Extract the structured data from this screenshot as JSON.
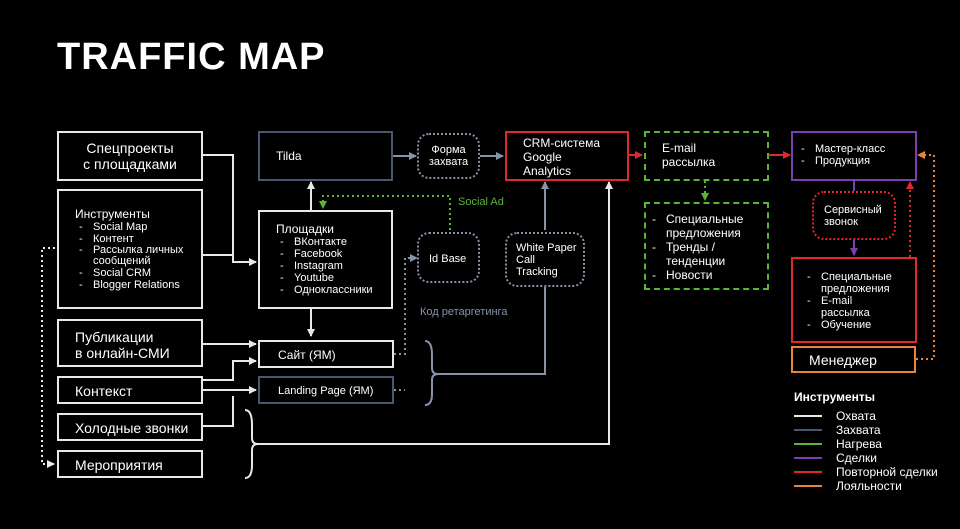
{
  "title": "TRAFFIC MAP",
  "sources": {
    "spec": "Спецпроекты\nс площадками",
    "instruments_head": "Инструменты",
    "instruments_items": [
      "Social Map",
      "Контент",
      "Рассылка личных\nсообщений",
      "Social CRM",
      "Blogger Relations"
    ],
    "publications": "Публикации\nв онлайн-СМИ",
    "context": "Контекст",
    "cold_calls": "Холодные звонки",
    "events": "Мероприятия"
  },
  "middle": {
    "tilda": "Tilda",
    "platforms_head": "Площадки",
    "platforms_items": [
      "ВКонтакте",
      "Facebook",
      "Instagram",
      "Youtube",
      "Одноклассники"
    ],
    "site": "Сайт (ЯМ)",
    "landing": "Landing Page (ЯМ)"
  },
  "capture": {
    "form": "Форма\nзахвата",
    "idbase": "Id Base",
    "whitepaper": "White Paper\nCall\nTracking",
    "social_ad": "Social Ad",
    "retargeting": "Код ретаргетинга"
  },
  "crm": "CRM-система\nGoogle\nAnalytics",
  "email": {
    "head": "E-mail\nрассылка",
    "items": [
      "Специальные\nпредложения",
      "Тренды /\nтенденции",
      "Новости"
    ]
  },
  "deal": {
    "items": [
      "Мастер-класс",
      "Продукция"
    ],
    "service_call": "Сервисный\nзвонок",
    "repeat_items": [
      "Специальные\nпредложения",
      "E-mail\nрассылка",
      "Обучение"
    ],
    "manager": "Менеджер"
  },
  "legend": {
    "title": "Инструменты",
    "items": [
      {
        "label": "Охвата",
        "color": "#e8e8e8"
      },
      {
        "label": "Захвата",
        "color": "#4b5770"
      },
      {
        "label": "Нагрева",
        "color": "#5ab536"
      },
      {
        "label": "Сделки",
        "color": "#7b3fb0"
      },
      {
        "label": "Повторной сделки",
        "color": "#e0282c"
      },
      {
        "label": "Лояльности",
        "color": "#e8843a"
      }
    ]
  }
}
